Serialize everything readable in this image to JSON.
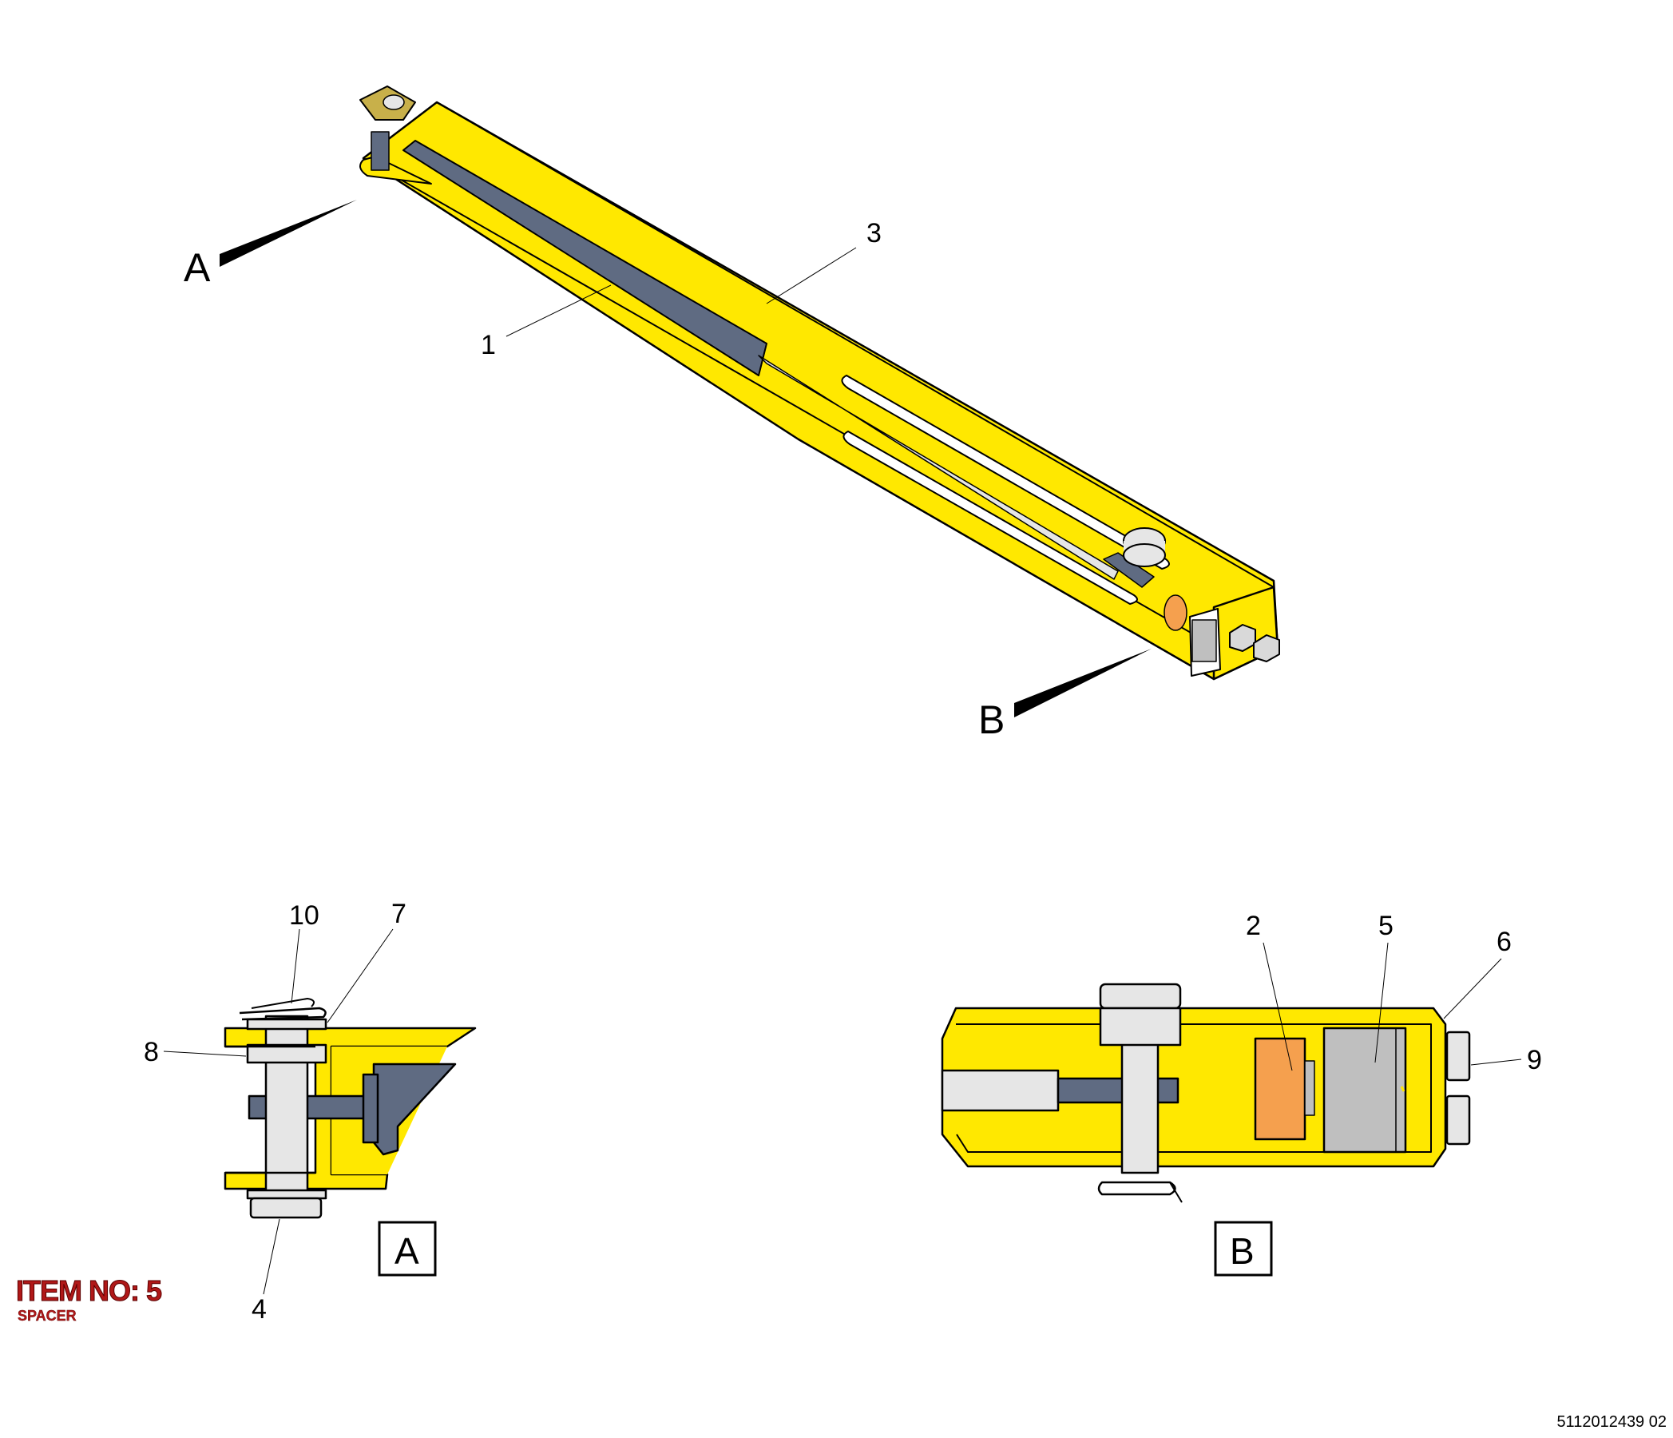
{
  "views": {
    "a": "A",
    "b": "B"
  },
  "callouts": {
    "c1": "1",
    "c2": "2",
    "c3": "3",
    "c4": "4",
    "c5": "5",
    "c6": "6",
    "c7": "7",
    "c8": "8",
    "c9": "9",
    "c10": "10"
  },
  "item": {
    "heading": "ITEM NO: 5",
    "name": "SPACER"
  },
  "document_number": "5112012439 02",
  "colors": {
    "yellow": "#ffe800",
    "cylinder": "#5f6b82",
    "steel": "#d9d9d9",
    "grey_block": "#bfbfbf",
    "orange": "#f5a04e",
    "bracket": "#c8b04a"
  }
}
